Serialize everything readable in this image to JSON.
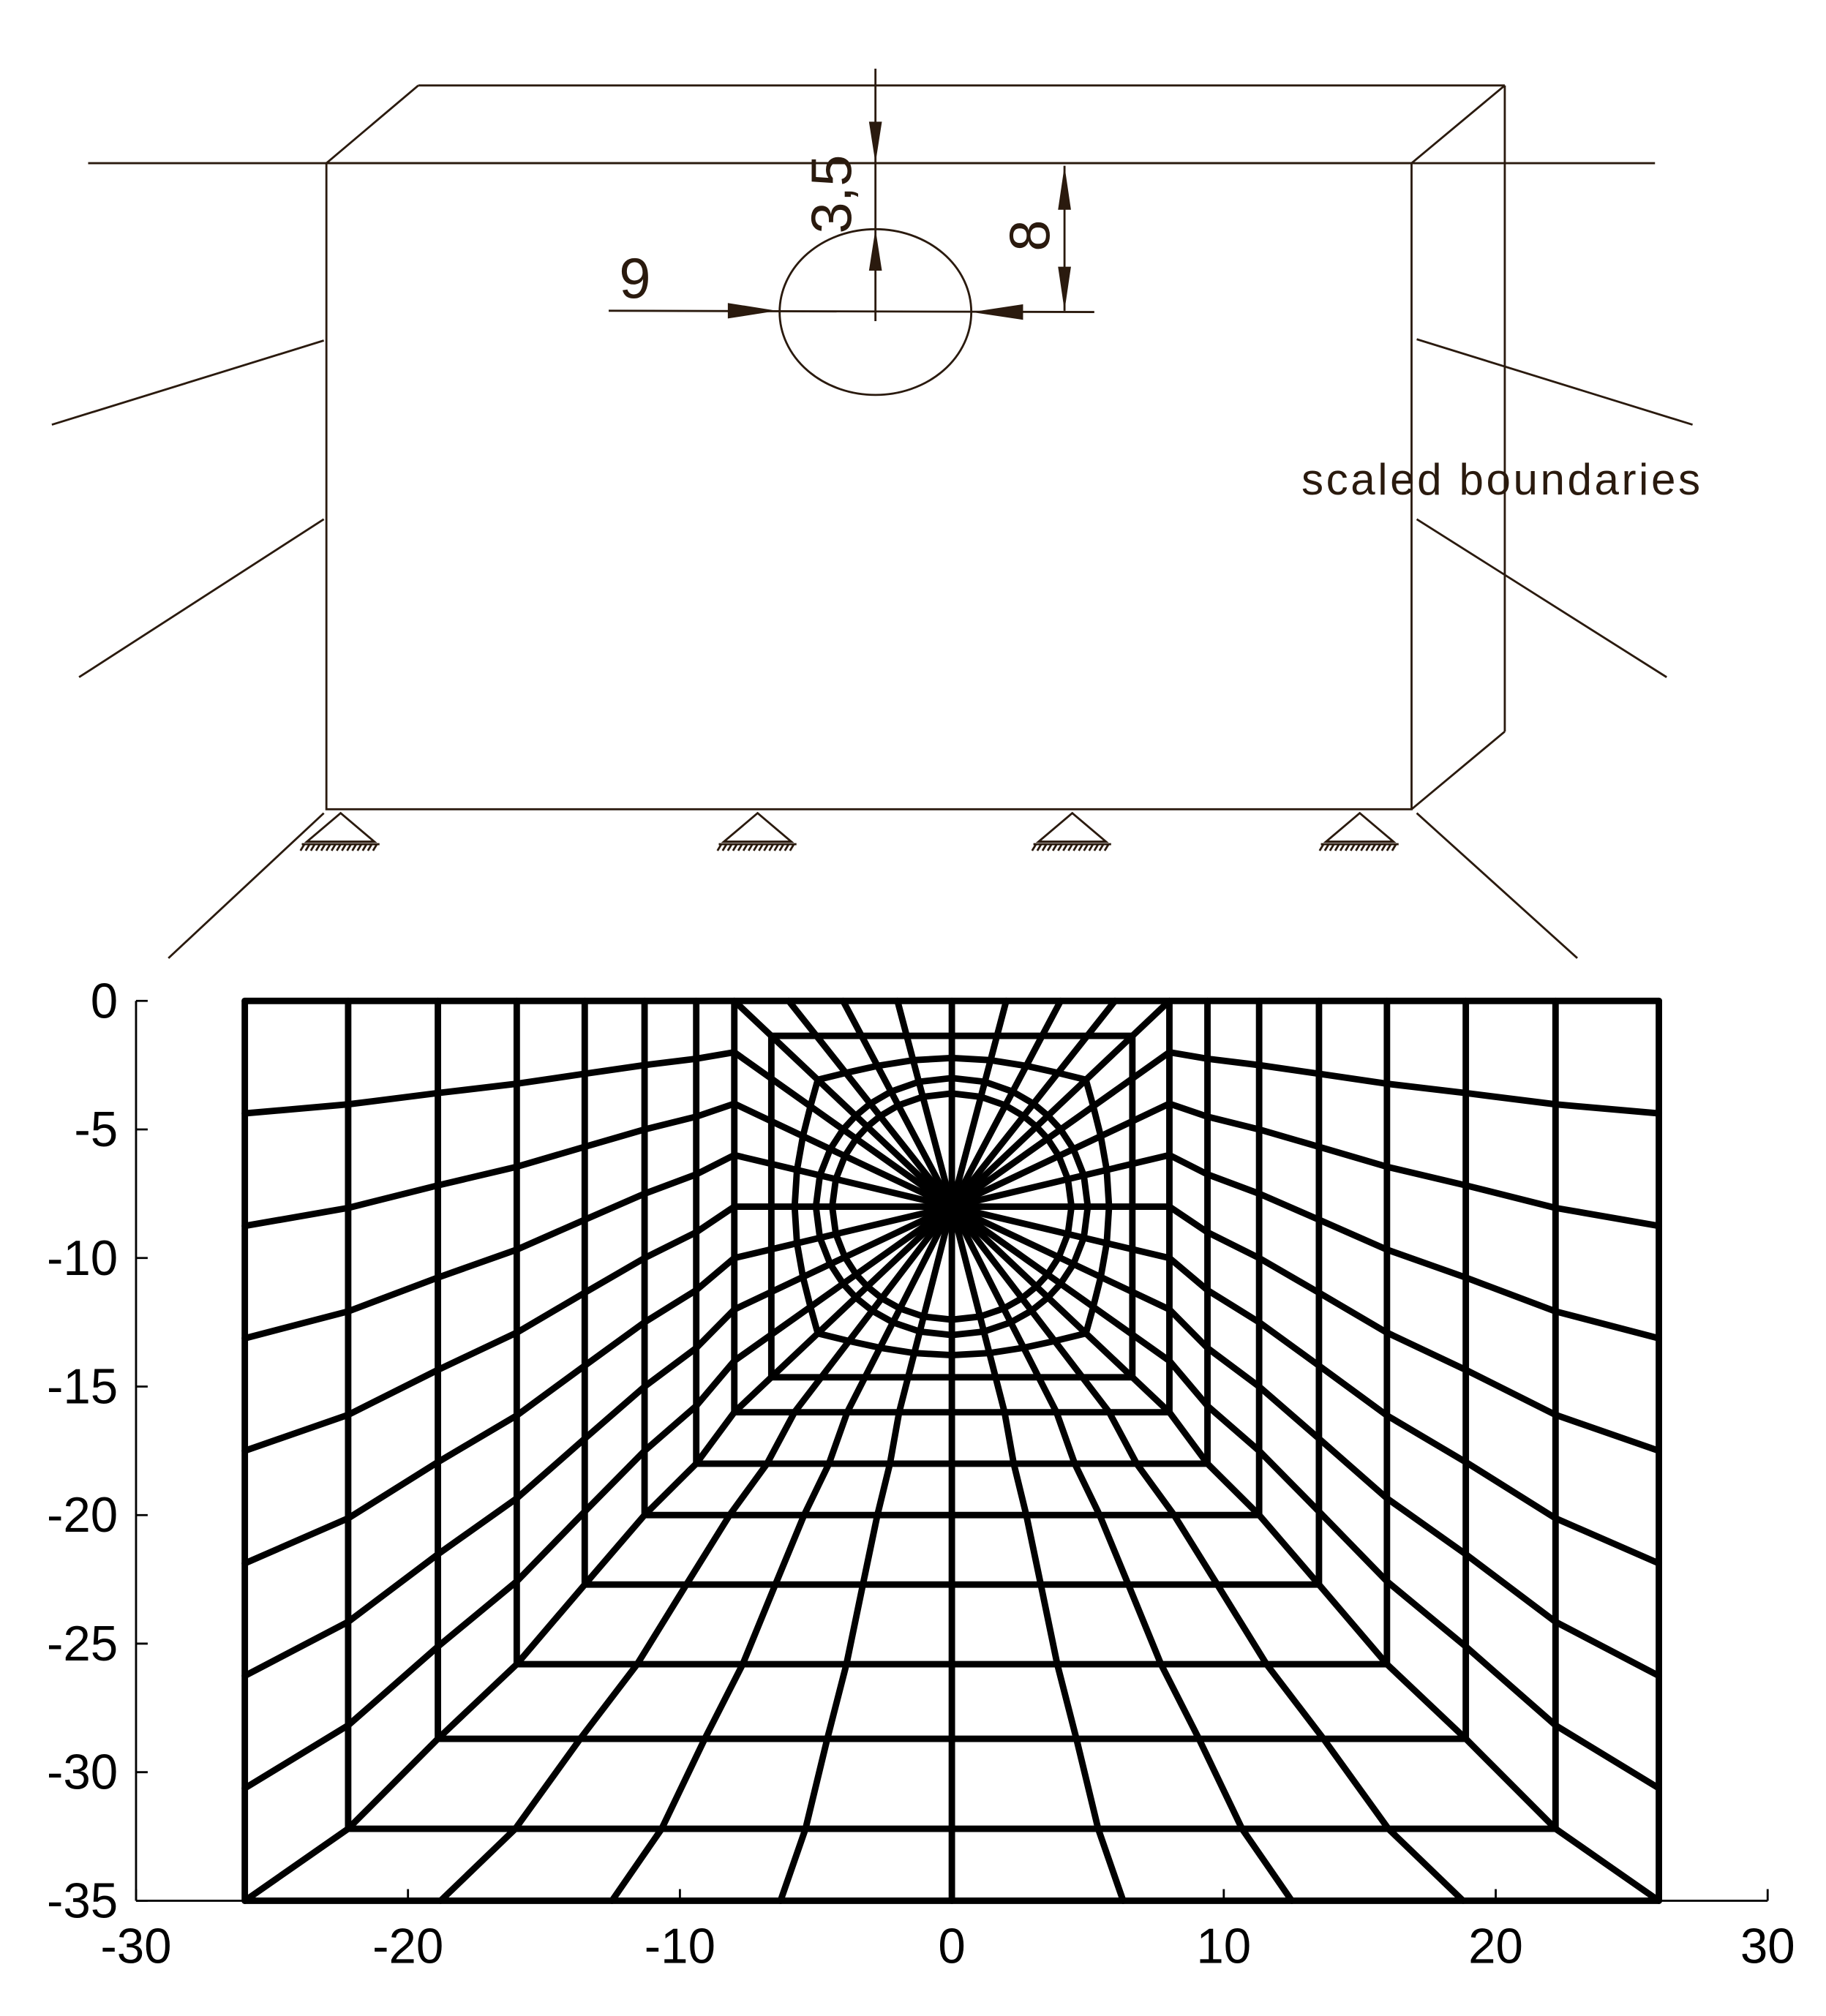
{
  "top_diagram": {
    "dimension_depth": "3,5",
    "dimension_center_depth": "8",
    "dimension_diameter": "9",
    "label_boundaries": "scaled boundaries",
    "line_color": "#2a1a0e"
  },
  "chart_data": {
    "type": "mesh",
    "title": "",
    "xlabel": "",
    "ylabel": "",
    "xlim": [
      -30,
      30
    ],
    "ylim": [
      -35,
      0
    ],
    "x_ticks": [
      -30,
      -20,
      -10,
      0,
      10,
      20,
      30
    ],
    "y_ticks": [
      0,
      -5,
      -10,
      -15,
      -20,
      -25,
      -30,
      -35
    ],
    "x_tick_labels": [
      "-30",
      "-20",
      "-10",
      "0",
      "10",
      "20",
      "30"
    ],
    "y_tick_labels": [
      "0",
      "-5",
      "-10",
      "-15",
      "-20",
      "-25",
      "-30",
      "-35"
    ],
    "domain": {
      "half_width": 26,
      "depth": 35
    },
    "hole_center": [
      0,
      -8
    ],
    "outer_ring_half_widths": [
      26,
      22.2,
      18.9,
      16,
      13.5,
      11.3,
      9.4,
      8
    ],
    "outer_ring_depths": [
      35,
      32.2,
      28.7,
      25.8,
      22.7,
      20,
      18,
      16
    ],
    "side_boundary_nodes_y": [
      -4.375,
      -8.75,
      -13.125,
      -17.5,
      -21.875,
      -26.25,
      -30.625,
      -35
    ],
    "bottom_boundary_nodes_x": [
      -26,
      -18.8,
      -12.5,
      -6.3,
      0,
      6.3,
      12.5,
      18.8,
      26
    ],
    "inner_box_top_nodes_x": [
      -6,
      -4,
      -2,
      0,
      2,
      4,
      6
    ],
    "inner_rings": [
      {
        "scale": 0.83,
        "circularity": 0,
        "radius": 0
      },
      {
        "scale": 0.72,
        "circularity": 0.5,
        "radius": 5.8
      },
      {
        "scale": 1,
        "circularity": 1,
        "radius": 5.0
      },
      {
        "scale": 1,
        "circularity": 1,
        "radius": 4.4
      }
    ]
  }
}
